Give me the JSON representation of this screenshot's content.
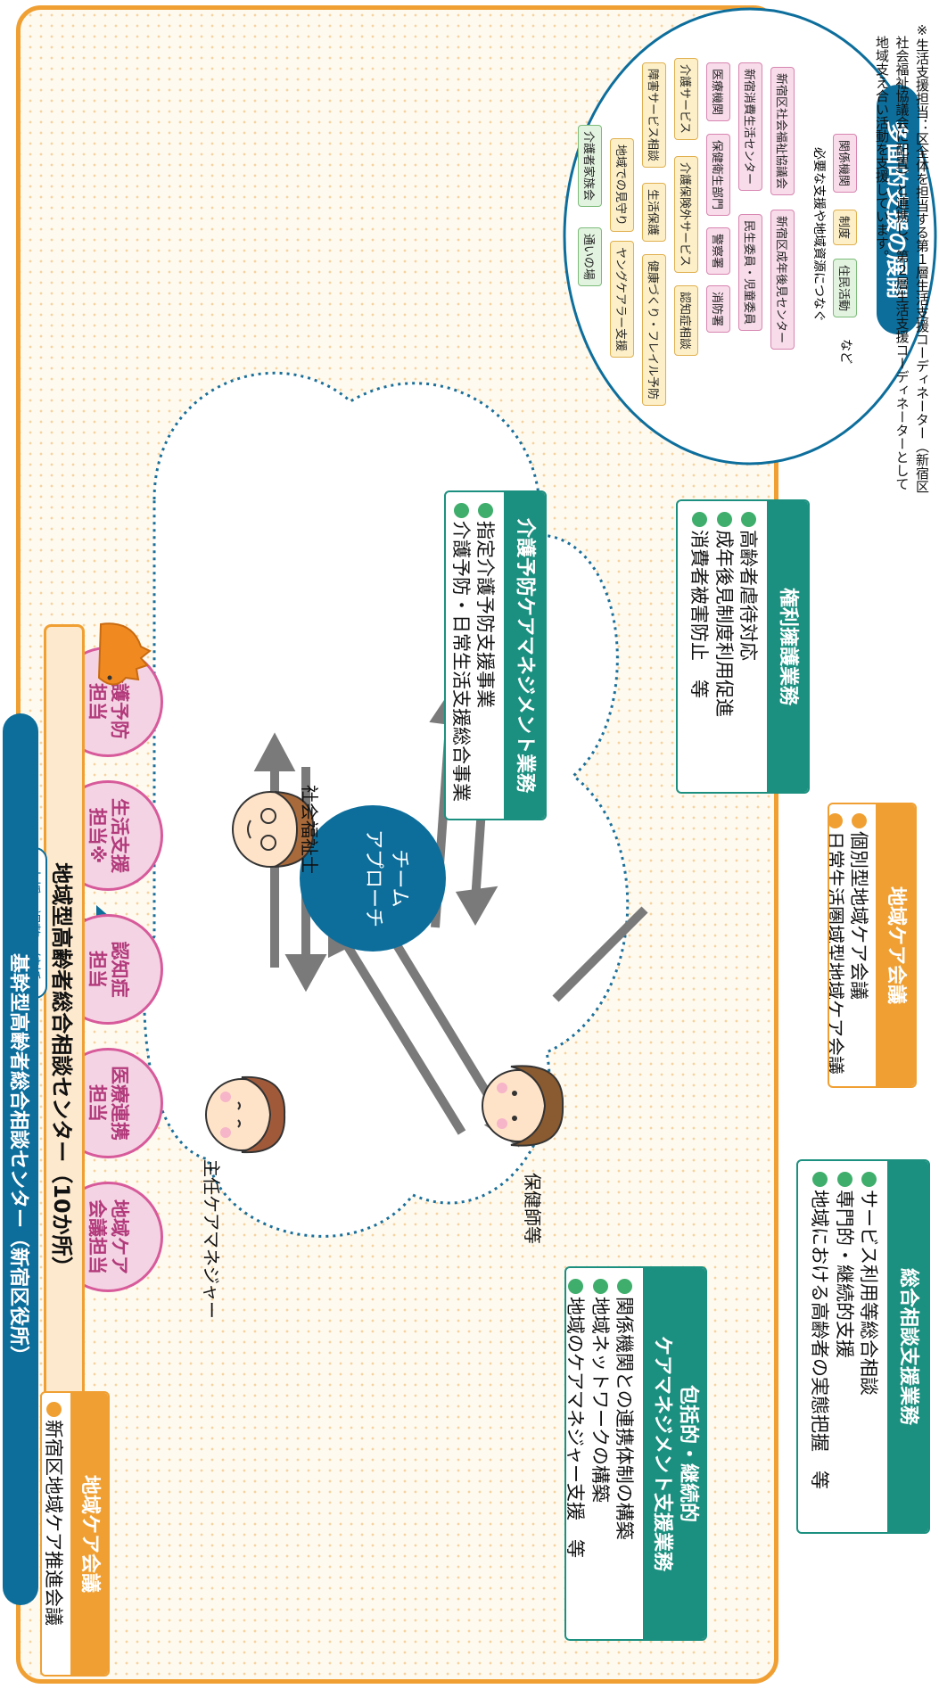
{
  "multi_support": {
    "title": "多面的支援の展開",
    "chips": {
      "kankei_kikan": "関係機関",
      "seido": "制度",
      "jumin_katsudo": "住民活動",
      "shakyo": "新宿区社会福祉協議会",
      "seinen_koken": "新宿区成年後見センター",
      "shohi": "新宿消費生活センター",
      "minsei": "民生委員・児童委員",
      "iryo": "医療機関",
      "hoken_eisei": "保健衛生部門",
      "keisatsu": "警察署",
      "shobo": "消防署",
      "kaigo_service": "介護サービス",
      "kaigo_hokengai": "介護保険外サービス",
      "kenko": "健康づくり・フレイル予防",
      "ninchisho_sodan": "認知症相談",
      "shogai": "障害サービス相談",
      "seikatsu_hogo": "生活保護",
      "young_carer": "ヤングケアラー支援",
      "mimamori": "地域での見守り",
      "kaigosha_kazoku": "介護者家族会",
      "kayoi": "通いの場"
    },
    "nado": "など",
    "caption": "必要な支援や地域資源につなぐ"
  },
  "chiiki_care_meeting_top": {
    "title": "地域ケア会議",
    "items": [
      "個別型地域ケア会議",
      "日常生活圏域型地域ケア会議"
    ]
  },
  "kenri_yogo": {
    "title": "権利擁護業務",
    "items": [
      "高齢者虐待対応",
      "成年後見制度利用促進",
      "消費者被害防止　等"
    ]
  },
  "yobo_care": {
    "title": "介護予防ケアマネジメント業務",
    "items": [
      "指定介護予防支援事業",
      "介護予防・日常生活支援総合事業"
    ]
  },
  "sogo_sodan": {
    "title": "総合相談支援業務",
    "items": [
      "サービス利用等総合相談",
      "専門的・継続的支援",
      "地域における高齢者の実態把握　等"
    ]
  },
  "hokatsu": {
    "title_line1": "包括的・継続的",
    "title_line2": "ケアマネジメント支援業務",
    "items": [
      "関係機関との連携体制の構築",
      "地域ネットワークの構築",
      "地域のケアマネジャー支援　等"
    ]
  },
  "team": {
    "center_line1": "チーム",
    "center_line2": "アプローチ",
    "social_worker": "社会福祉士",
    "nurse": "保健師等",
    "care_manager": "主任ケアマネジャー"
  },
  "roles": [
    {
      "line1": "地域ケア",
      "line2": "会議担当"
    },
    {
      "line1": "医療連携",
      "line2": "担当"
    },
    {
      "line1": "認知症",
      "line2": "担当"
    },
    {
      "line1": "生活支援",
      "line2": "担当※"
    },
    {
      "line1": "介護予防",
      "line2": "担当"
    }
  ],
  "center_bar": "地域型高齢者総合相談センター（10か所）",
  "support_label": "支援・調整・統括",
  "kikan_bar": "基幹型高齢者総合相談センター（新宿区役所）",
  "chiiki_care_meeting_bottom": {
    "title": "地域ケア会議",
    "item": "新宿区地域ケア推進会議"
  },
  "note": [
    "※生活支援担当：区全体を担当する第１層生活支援コーディネーター（新宿区",
    "　社会福祉協議会に配置）と連携し、第２層生活支援コーディネーターとして",
    "　地域支え合い活動を支援しています。"
  ],
  "colors": {
    "teal": "#1c9080",
    "orange": "#f0a033",
    "navy": "#0d6e9c",
    "pink": "#d75a9b",
    "bar_fill": "#fde9cd"
  }
}
